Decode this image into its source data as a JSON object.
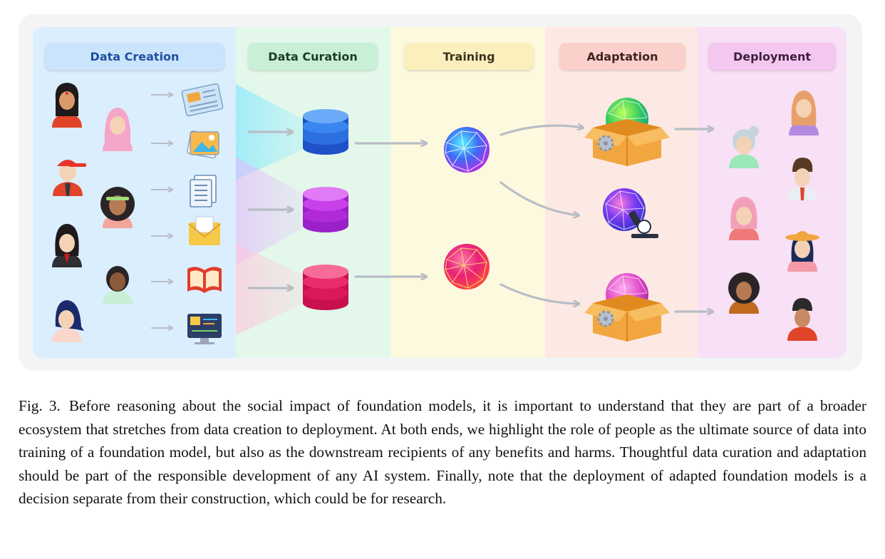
{
  "stages": [
    {
      "label": "Data Creation",
      "color": "#dbeefe",
      "header_color": "#c9e4fb",
      "text_color": "#1f4fa0"
    },
    {
      "label": "Data Curation",
      "color": "#e3f8ea",
      "header_color": "#c9f0d6",
      "text_color": "#1f3b2a"
    },
    {
      "label": "Training",
      "color": "#fdf9de",
      "header_color": "#fbf0bd",
      "text_color": "#3a3320"
    },
    {
      "label": "Adaptation",
      "color": "#fde9e3",
      "header_color": "#fbd0cb",
      "text_color": "#3d2420"
    },
    {
      "label": "Deployment",
      "color": "#f8e0f6",
      "header_color": "#f4c7f1",
      "text_color": "#3d1f3a"
    }
  ],
  "icons": {
    "creator_people": [
      "person-icon",
      "person-icon",
      "person-icon",
      "person-icon",
      "person-icon",
      "person-icon",
      "person-icon",
      "person-icon"
    ],
    "data_sources": [
      "newspaper-icon",
      "photos-icon",
      "documents-icon",
      "email-icon",
      "book-icon",
      "code-icon"
    ],
    "databases": [
      "database-icon",
      "database-icon",
      "database-icon"
    ],
    "models": [
      "foundation-model-icon",
      "foundation-model-icon"
    ],
    "adapted": [
      "adapted-model-box-icon",
      "research-model-icon",
      "adapted-model-box-icon"
    ],
    "recipients": [
      "person-icon",
      "person-icon",
      "person-icon",
      "person-icon",
      "person-icon",
      "person-icon",
      "person-icon",
      "person-icon"
    ]
  },
  "colors": {
    "arrow": "#b9bdc6",
    "database_blue": "#2b6fe0",
    "database_purple": "#c032e8",
    "database_red": "#e2205f",
    "box": "#f2a640"
  },
  "caption": {
    "label": "Fig. 3.",
    "text": "Before reasoning about the social impact of foundation models, it is important to understand that they are part of a broader ecosystem that stretches from data creation to deployment. At both ends, we highlight the role of people as the ultimate source of data into training of a foundation model, but also as the downstream recipients of any benefits and harms. Thoughtful data curation and adaptation should be part of the responsible development of any AI system. Finally, note that the deployment of adapted foundation models is a decision separate from their construction, which could be for research."
  }
}
